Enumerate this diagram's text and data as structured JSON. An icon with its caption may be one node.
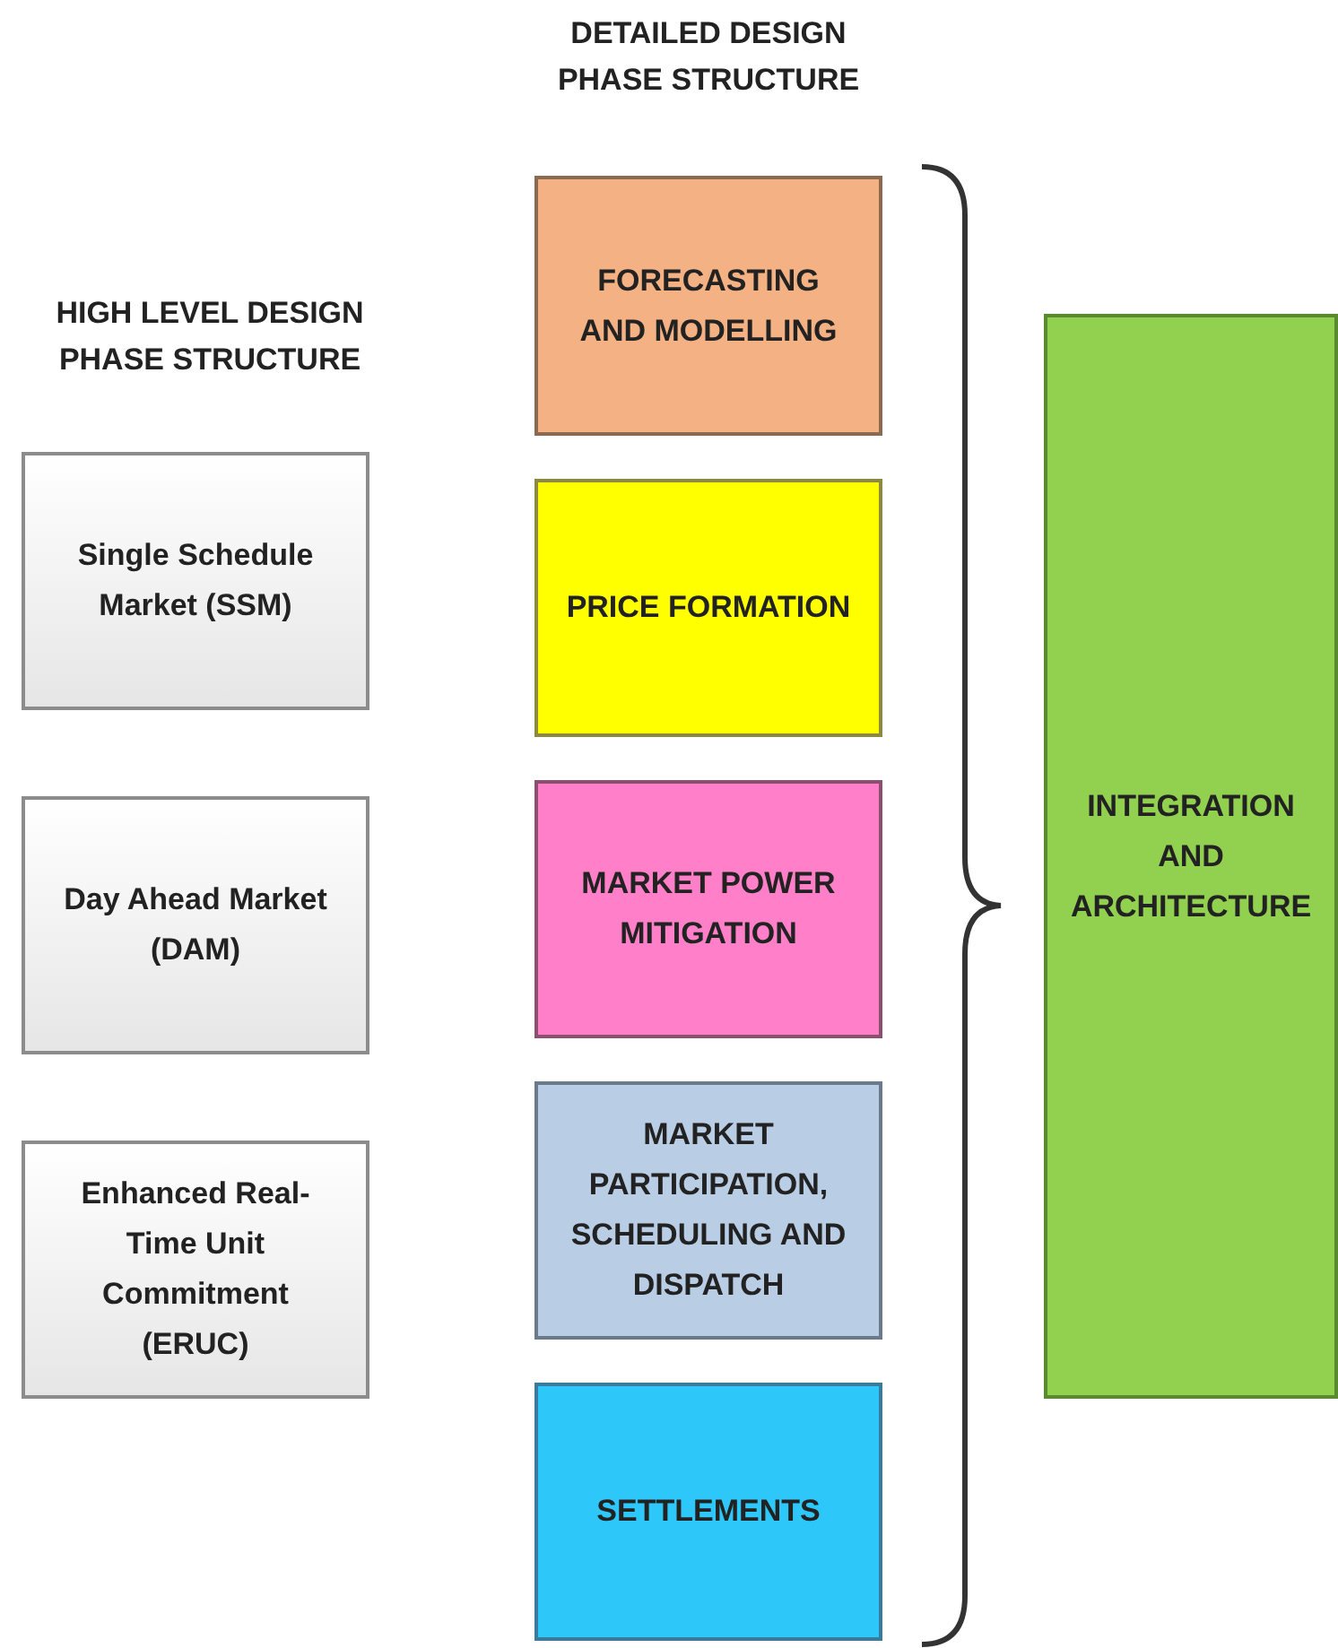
{
  "diagram": {
    "nodes": [
      {
        "text": [
          "Single Schedule Market (SSM)"
        ]
      },
      {
        "text": [
          "Day Ahead Market (DAM)"
        ]
      },
      {
        "text": [
          "Enhanced Real-Time Unit Commitment (ERUC)"
        ]
      },
      {
        "text": [
          "FORECASTING AND MODELLING"
        ]
      },
      {
        "text": [
          "PRICE FORMATION"
        ]
      },
      {
        "text": [
          "MARKET POWER MITIGATION"
        ]
      },
      {
        "text": [
          "MARKET PARTICIPATION, SCHEDULING AND DISPATCH"
        ]
      },
      {
        "text": [
          "SETTLEMENTS"
        ]
      },
      {
        "text": [
          "INTEGRATION AND ARCHITECTURE"
        ]
      }
    ],
    "edges": [],
    "labels": [
      "DETAILED DESIGN PHASE STRUCTURE",
      "HIGH LEVEL DESIGN PHASE STRUCTURE"
    ]
  }
}
